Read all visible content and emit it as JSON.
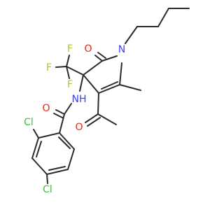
{
  "colors": {
    "bond": "#2b2b2b",
    "nitrogen": "#3f3fe8",
    "oxygen": "#e8261a",
    "fluorine": "#b0c42e",
    "chlorine": "#3fbf3f",
    "background": "#ffffff"
  },
  "atoms": {
    "n_ring": "N",
    "o_lactam": "O",
    "f_top": "F",
    "f_left": "F",
    "f_bottom": "F",
    "nh": "NH",
    "o_amide": "O",
    "o_acetyl": "O",
    "cl_ortho": "Cl",
    "cl_para": "Cl"
  }
}
